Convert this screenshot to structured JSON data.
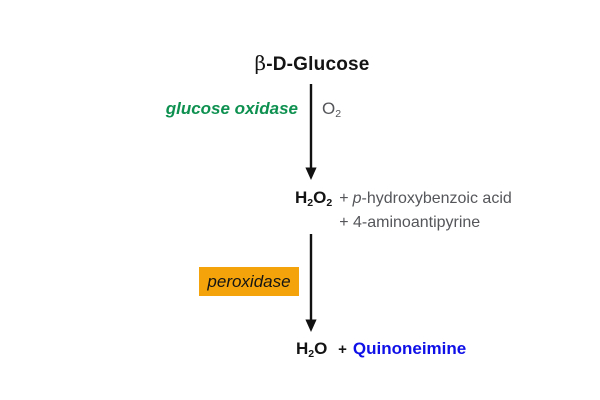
{
  "diagram": {
    "type": "reaction-scheme",
    "substrate": {
      "beta": "β",
      "name": "-D-Glucose"
    },
    "reaction1": {
      "enzyme": "glucose oxidase",
      "cosubstrate": {
        "symbol": "O",
        "subscript": "2"
      }
    },
    "intermediate": {
      "h2o2": {
        "h": "H",
        "h_sub": "2",
        "o": "O",
        "o_sub": "2"
      },
      "plus1": "+",
      "reagent1_prefix": "p",
      "reagent1_rest": "-hydroxybenzoic acid",
      "reagent2": "+ 4-aminoantipyrine"
    },
    "reaction2": {
      "enzyme": "peroxidase"
    },
    "product": {
      "h2o": {
        "h": "H",
        "sub": "2",
        "o": "O"
      },
      "plus": "+",
      "name": "Quinoneimine"
    },
    "colors": {
      "enzyme_green": "#0e9150",
      "box_orange": "#f4a40a",
      "product_blue": "#0f0fe8",
      "muted_gray": "#55565a",
      "text_black": "#141414",
      "background": "#ffffff"
    }
  }
}
